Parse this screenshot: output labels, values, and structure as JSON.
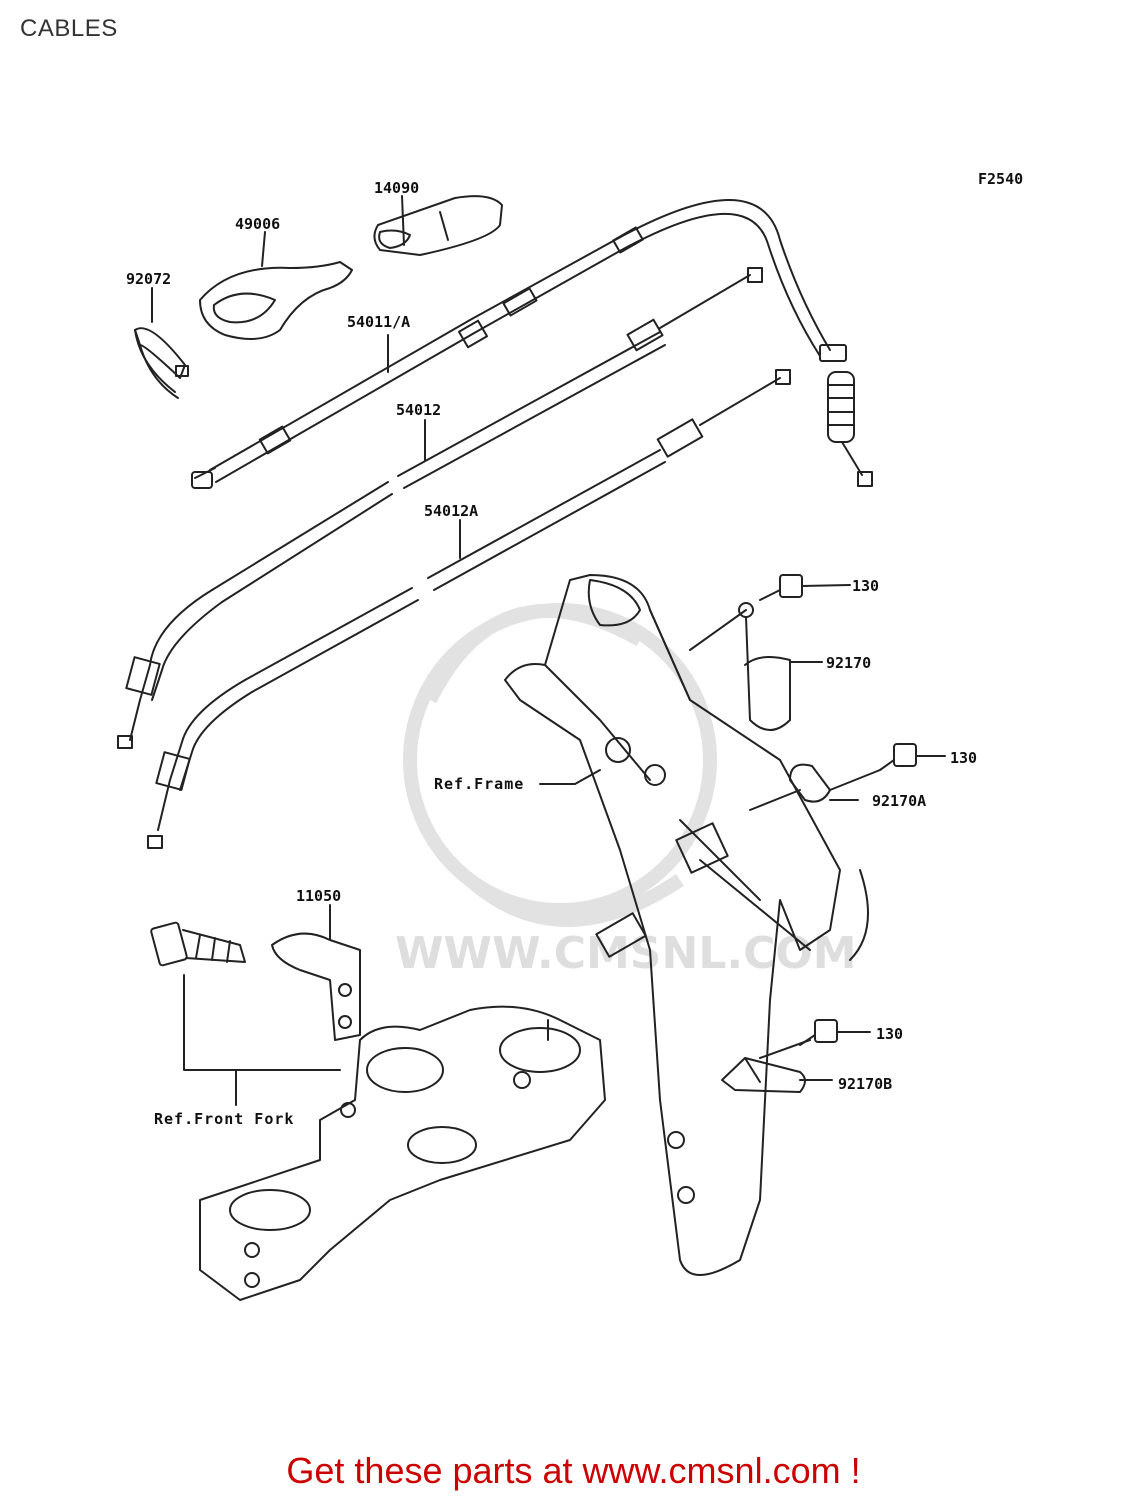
{
  "page": {
    "title": "CABLES",
    "figure_code": "F2540"
  },
  "parts": {
    "p14090": "14090",
    "p49006": "49006",
    "p92072": "92072",
    "p54011a": "54011/A",
    "p54012": "54012",
    "p54012a": "54012A",
    "p130_1": "130",
    "p92170": "92170",
    "p130_2": "130",
    "p92170a": "92170A",
    "p11050": "11050",
    "p130_3": "130",
    "p92170b": "92170B"
  },
  "refs": {
    "frame": "Ref.Frame",
    "front_fork": "Ref.Front Fork"
  },
  "watermark": {
    "text": "WWW.CMSNL.COM"
  },
  "footer": {
    "cta": "Get these parts at www.cmsnl.com !"
  },
  "colors": {
    "line": "#222222",
    "watermark": "#dedede",
    "cta": "#cc0000"
  }
}
